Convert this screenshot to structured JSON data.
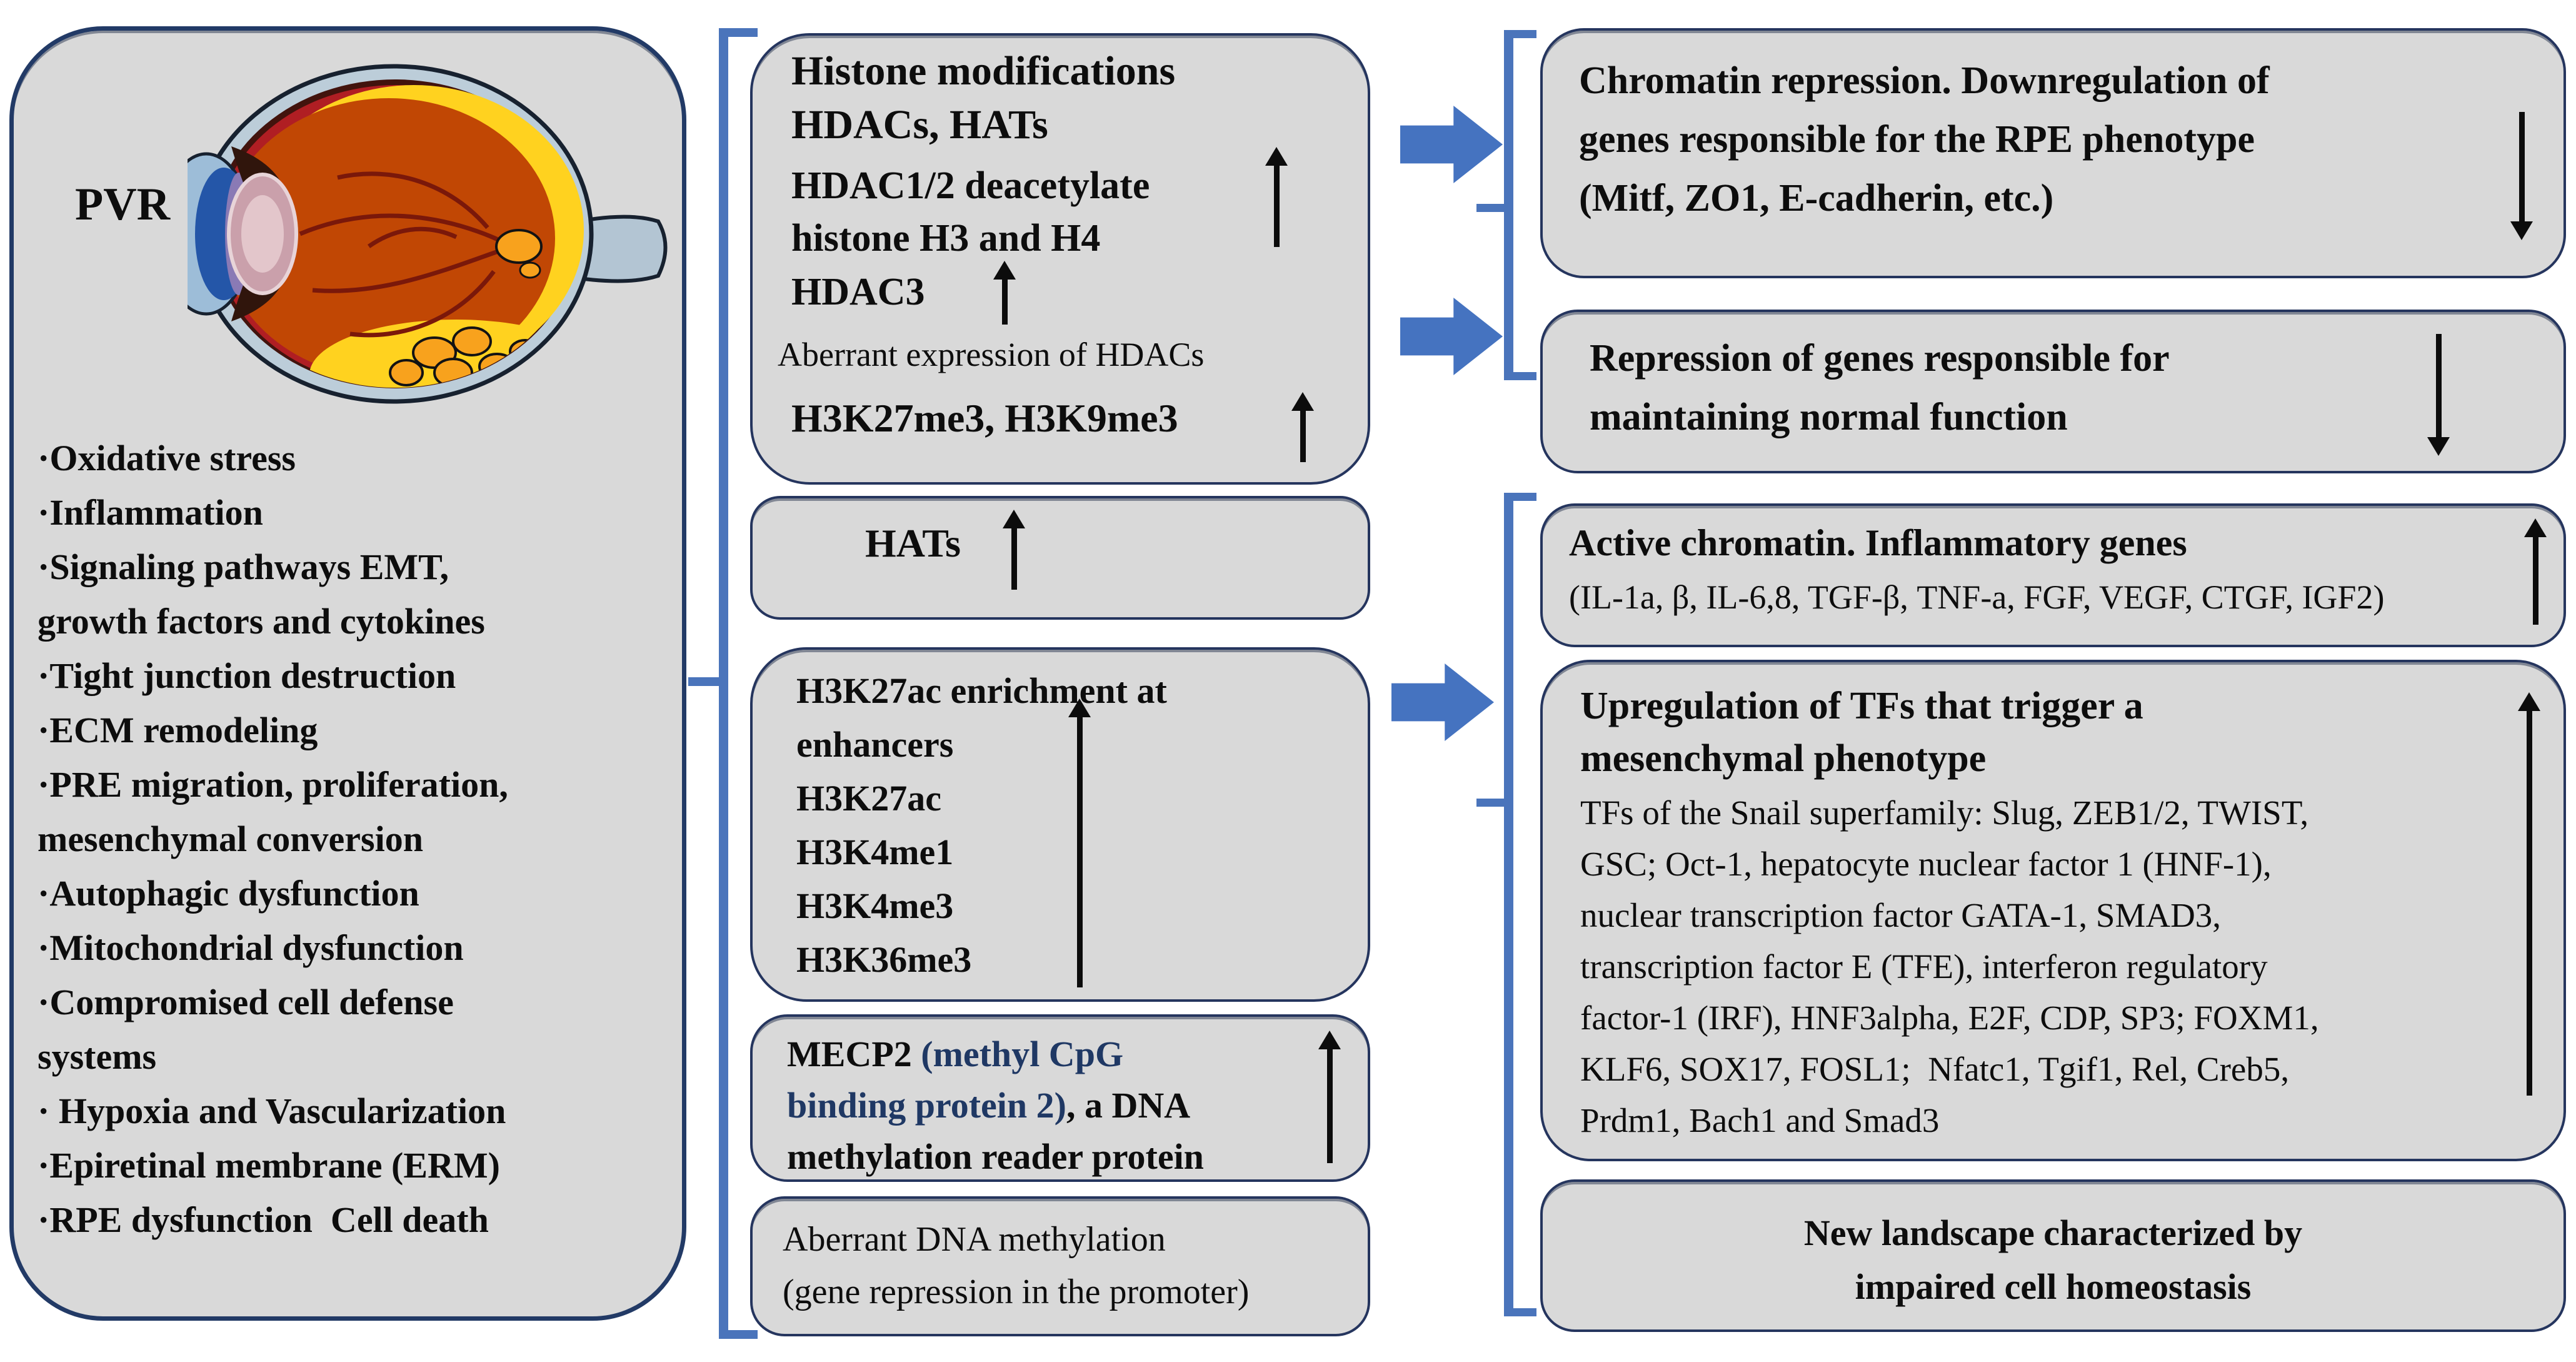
{
  "left_panel": {
    "title": "PVR",
    "lines": [
      "·Oxidative stress",
      "·Inflammation",
      "·Signaling pathways EMT,",
      "growth factors and cytokines",
      "·Tight junction destruction",
      "·ECM remodeling",
      "·PRE migration, proliferation,",
      "mesenchymal conversion",
      "·Autophagic dysfunction",
      "·Mitochondrial dysfunction",
      "·Compromised cell defense",
      "systems",
      "· Hypoxia and Vascularization",
      "·Epiretinal membrane (ERM)",
      "·RPE dysfunction  Cell death"
    ]
  },
  "middle_column": {
    "histone_box": {
      "title": "Histone modifications",
      "subtitle": "HDACs, HATs",
      "line1": "HDAC1/2 deacetylate",
      "line2": "histone H3 and H4",
      "line3": "HDAC3",
      "note": "Aberrant expression of HDACs",
      "marks_line": "H3K27me3, H3K9me3"
    },
    "hats_box": {
      "label": "HATs"
    },
    "h3k27ac_box": {
      "lines": [
        "H3K27ac enrichment at",
        "enhancers",
        "H3K27ac",
        "H3K4me1",
        "H3K4me3",
        "H3K36me3"
      ]
    },
    "mecp2_box": {
      "l1_black": "MECP2 ",
      "l1_navy": "(methyl CpG",
      "l2_navy": "binding protein 2)",
      "l2_black": ", a DNA",
      "l3": "methylation reader protein"
    },
    "dna_methylation_box": {
      "line1": "Aberrant DNA methylation",
      "line2": "(gene repression in the promoter)"
    }
  },
  "right_column": {
    "chromatin_repression_box": {
      "lines": [
        "Chromatin repression. Downregulation of",
        "genes responsible for the RPE phenotype",
        "(Mitf, ZO1, E-cadherin, etc.)"
      ]
    },
    "normal_function_box": {
      "lines": [
        "Repression of genes responsible for",
        "maintaining normal function"
      ]
    },
    "active_chromatin_box": {
      "title": "Active chromatin. Inflammatory genes",
      "genes": "(IL-1a, β, IL-6,8, TGF-β, TNF-a, FGF, VEGF, CTGF, IGF2)"
    },
    "upregulation_box": {
      "title_lines": [
        "Upregulation of TFs that trigger a",
        "mesenchymal phenotype"
      ],
      "body_lines": [
        "TFs of the Snail superfamily: Slug, ZEB1/2, TWIST,",
        "GSC; Oct-1, hepatocyte nuclear factor 1 (HNF-1),",
        "nuclear transcription factor GATA-1, SMAD3,",
        "transcription factor E (TFE), interferon regulatory",
        "factor-1 (IRF), HNF3alpha, E2F, CDP, SP3; FOXM1,",
        "KLF6, SOX17, FOSL1;  Nfatc1, Tgif1, Rel, Creb5,",
        "Prdm1, Bach1 and Smad3"
      ]
    },
    "landscape_box": {
      "lines": [
        "New landscape characterized by",
        "impaired cell homeostasis"
      ]
    }
  },
  "colors": {
    "accent_blue": "#4a74bb",
    "box_fill": "#d9d9d9",
    "box_border": "#25355e",
    "navy_text": "#1f3864",
    "arrow_black": "#0c0c0c"
  }
}
